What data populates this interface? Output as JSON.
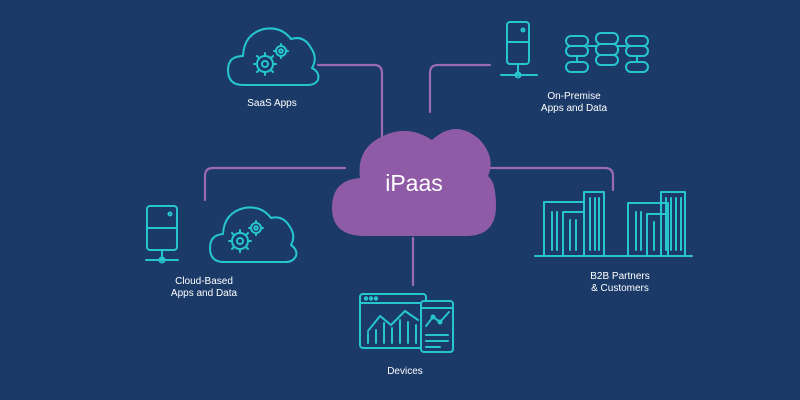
{
  "hub": {
    "label": "iPaas"
  },
  "nodes": {
    "saas": {
      "label": "SaaS Apps",
      "icon": "cloud-gear-icon"
    },
    "on_premise": {
      "label_line1": "On-Premise",
      "label_line2": "Apps and Data",
      "icon": "server-database-icon"
    },
    "cloud_based": {
      "label_line1": "Cloud-Based",
      "label_line2": "Apps and Data",
      "icon": "server-cloud-gear-icon"
    },
    "b2b": {
      "label_line1": "B2B Partners",
      "label_line2": "& Customers",
      "icon": "buildings-icon"
    },
    "devices": {
      "label": "Devices",
      "icon": "monitor-phone-chart-icon"
    }
  },
  "colors": {
    "background": "#1b3a68",
    "icon_stroke": "#27c6cf",
    "connector": "#9b6bb3",
    "hub_fill": "#8f5ba6",
    "text": "#ffffff"
  }
}
